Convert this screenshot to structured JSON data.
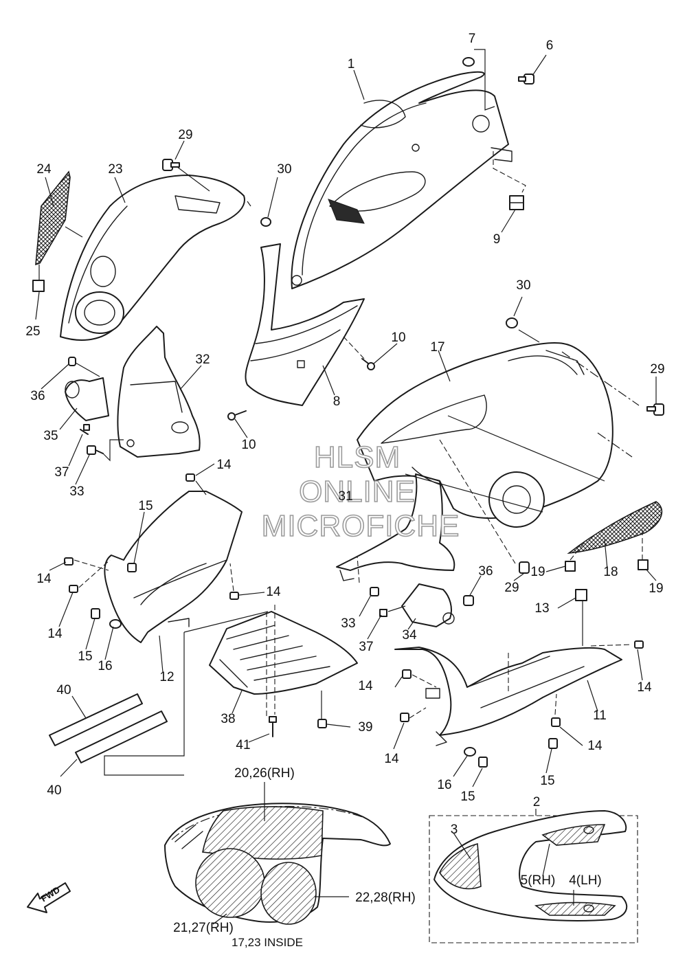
{
  "watermark": {
    "line1": "HLSM",
    "line2": "ONLINE",
    "line3": "MICROFICHE"
  },
  "callouts": {
    "c1": "1",
    "c2": "2",
    "c3": "3",
    "c5rh": "5(RH)",
    "c4lh": "4(LH)",
    "c6": "6",
    "c7": "7",
    "c8": "8",
    "c9": "9",
    "c10a": "10",
    "c10b": "10",
    "c11": "11",
    "c12": "12",
    "c13": "13",
    "c14a": "14",
    "c14b": "14",
    "c14c": "14",
    "c14d": "14",
    "c14e": "14",
    "c14f": "14",
    "c14g": "14",
    "c14h": "14",
    "c15a": "15",
    "c15b": "15",
    "c15c": "15",
    "c16a": "16",
    "c16b": "16",
    "c17": "17",
    "c18": "18",
    "c19a": "19",
    "c19b": "19",
    "c20": "20,26(RH)",
    "c21": "21,27(RH)",
    "c22": "22,28(RH)",
    "c23": "23",
    "c24": "24",
    "c25": "25",
    "c29a": "29",
    "c29b": "29",
    "c29c": "29",
    "c30a": "30",
    "c30b": "30",
    "c31": "31",
    "c32": "32",
    "c33a": "33",
    "c33b": "33",
    "c34": "34",
    "c35": "35",
    "c36a": "36",
    "c36b": "36",
    "c37a": "37",
    "c37b": "37",
    "c38": "38",
    "c39": "39",
    "c40a": "40",
    "c40b": "40",
    "c41": "41"
  },
  "notes": {
    "inside": "17,23 INSIDE"
  },
  "fwd_label": "FWD",
  "icons": {
    "forward": "forward-arrow-icon"
  },
  "colors": {
    "line": "#1a1a1a",
    "background": "#ffffff"
  }
}
